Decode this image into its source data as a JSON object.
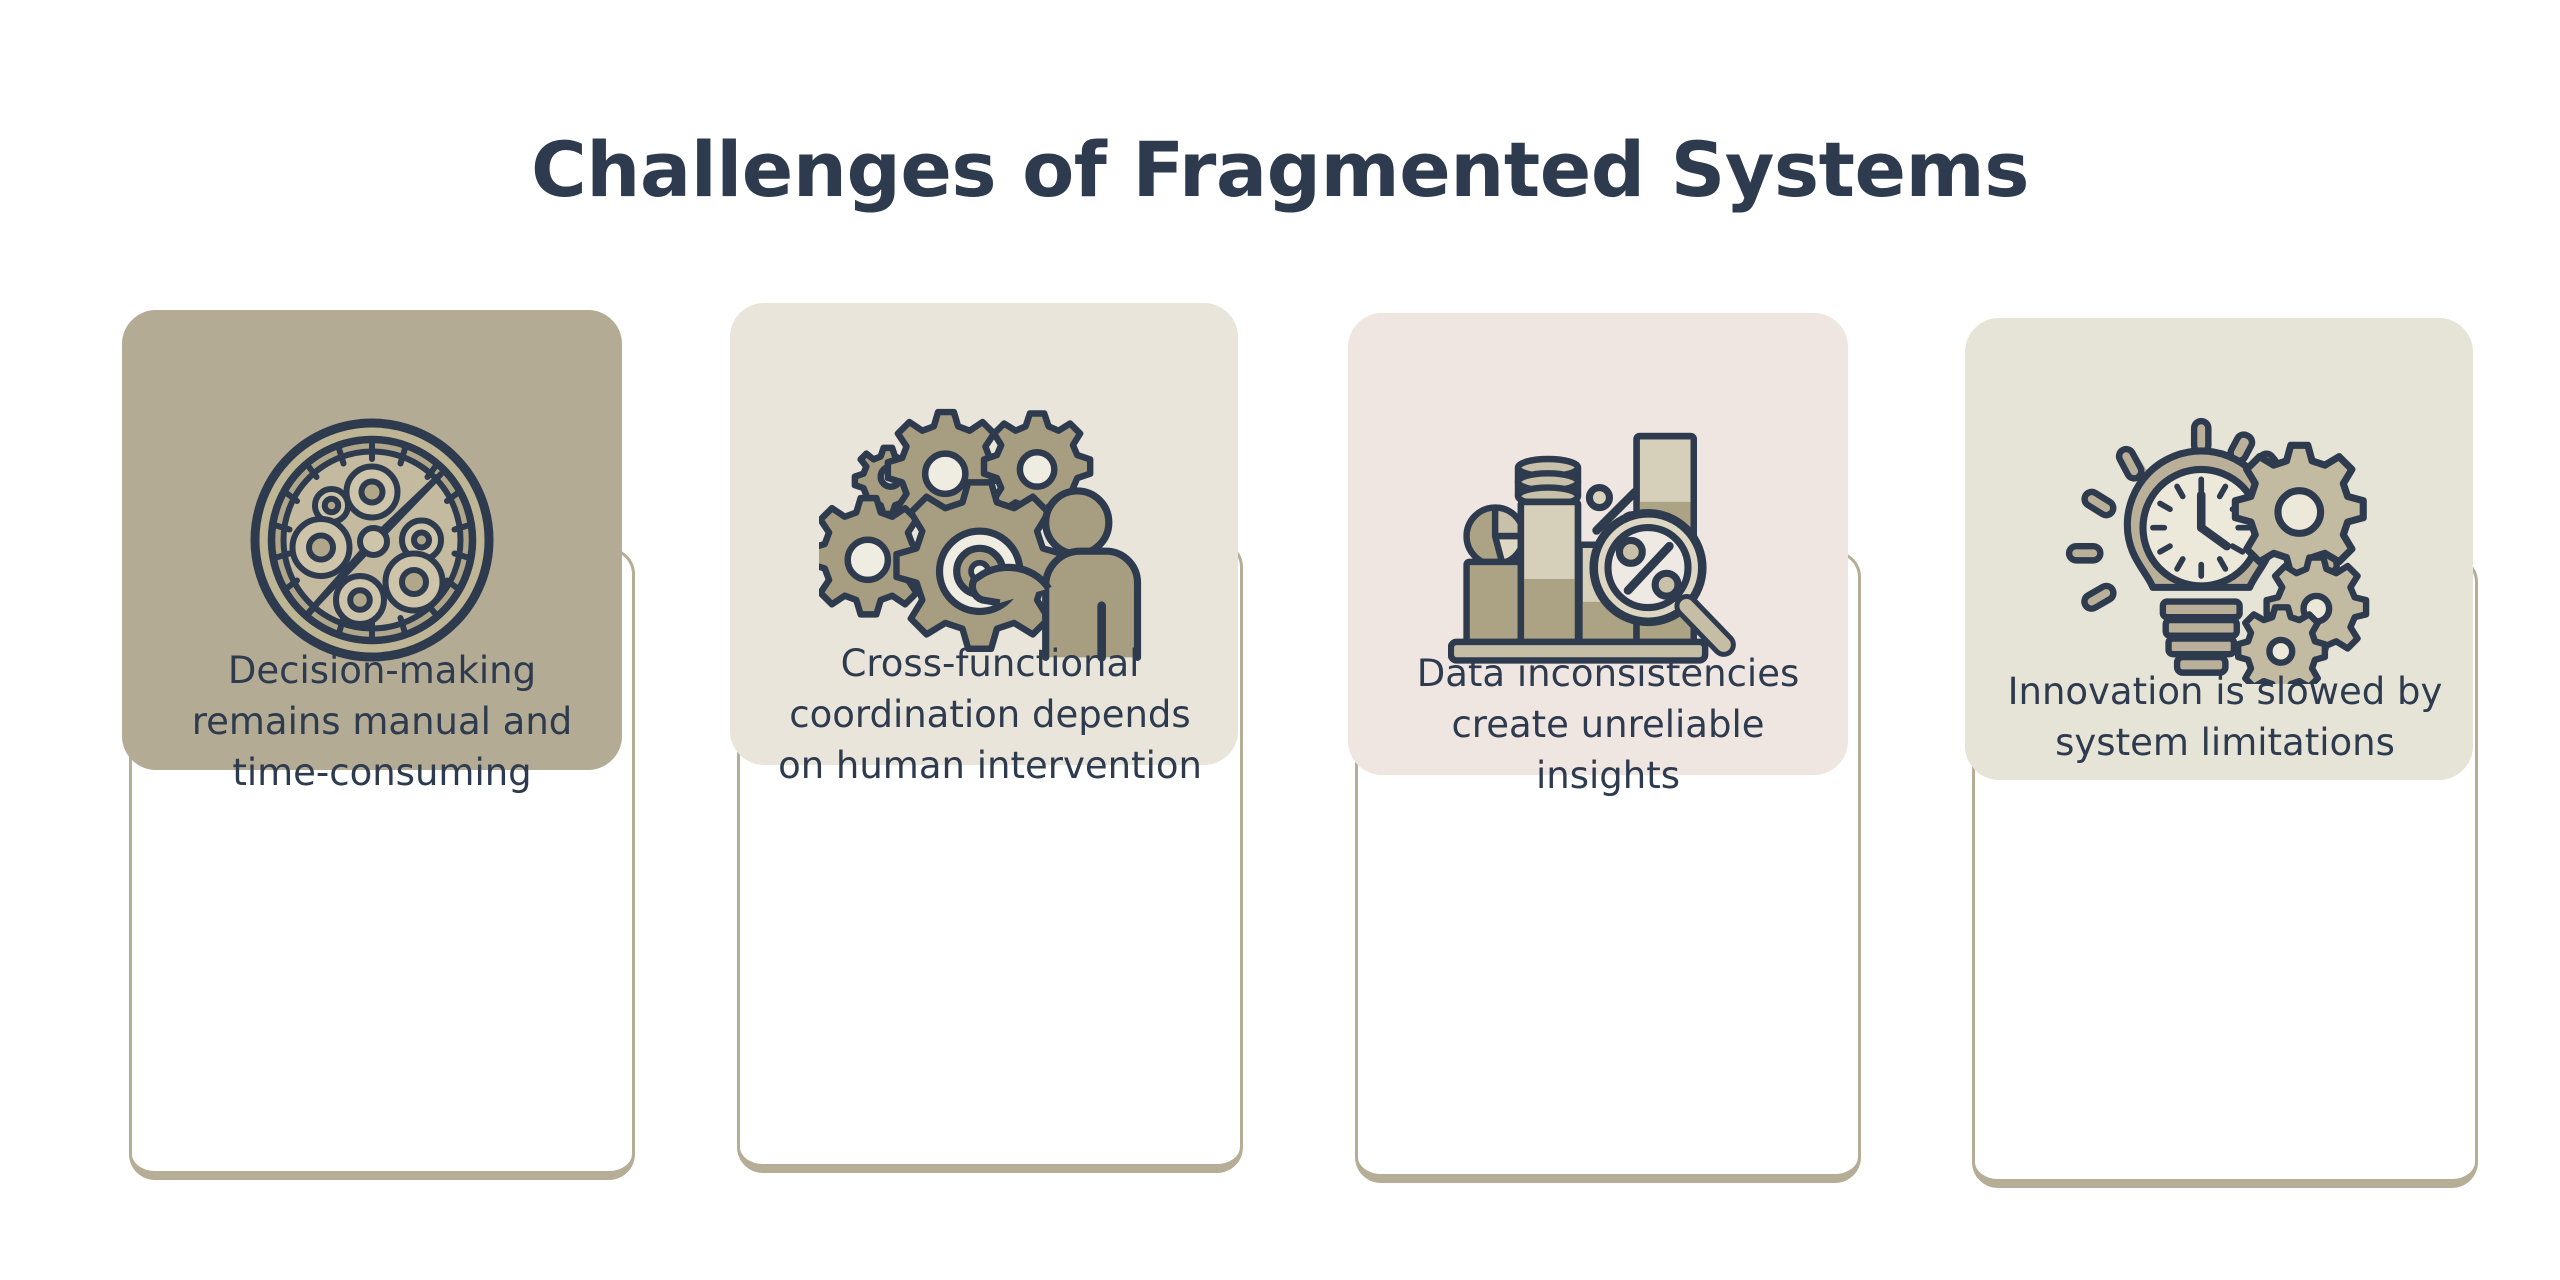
{
  "slide": {
    "title": "Challenges of Fragmented Systems",
    "background_color": "#ffffff",
    "title_color": "#2e3b4e",
    "accent_border_color": "#b5ad95"
  },
  "cards": [
    {
      "caption": "Decision-making remains manual and time-consuming",
      "icon_name": "compass-gears-icon",
      "panel_color": "#b3ab94",
      "icon_stroke_color": "#2e3b4e",
      "icon_fill_color": "#b8ae90"
    },
    {
      "caption": "Cross-functional coordination depends on human intervention",
      "icon_name": "person-operating-gears-icon",
      "panel_color": "#e9e5da",
      "icon_stroke_color": "#2e3b4e",
      "icon_fill_color": "#a79d80"
    },
    {
      "caption": "Data inconsistencies create unreliable insights",
      "icon_name": "bar-chart-magnifier-percent-icon",
      "panel_color": "#efe6e1",
      "icon_stroke_color": "#2e3b4e",
      "icon_fill_color": "#a79d80"
    },
    {
      "caption": "Innovation is slowed by system limitations",
      "icon_name": "lightbulb-clock-gears-icon",
      "panel_color": "#e6e4d6",
      "icon_stroke_color": "#2e3b4e",
      "icon_fill_color": "#b5ab8e"
    }
  ]
}
